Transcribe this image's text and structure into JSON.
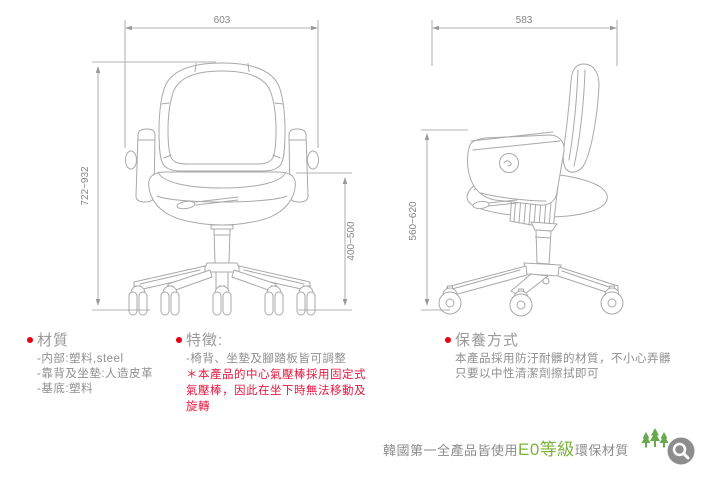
{
  "diagram": {
    "front": {
      "width": "603",
      "height_range": "722~932",
      "seat_height_range": "400~500"
    },
    "side": {
      "width": "583",
      "armrest_height_range": "560~620"
    }
  },
  "sections": {
    "materials": {
      "title": "材質",
      "items": [
        "-内部:塑料,steel",
        "-靠背及坐墊:人造皮革",
        "-基底:塑料"
      ]
    },
    "features": {
      "title": "特徵:",
      "items": [
        "-椅背、坐墊及腳踏板皆可調整"
      ],
      "note_lines": [
        "＊本產品的中心氣壓棒採用固定式",
        "氣壓棒，因此在坐下時無法移動及",
        "旋轉"
      ]
    },
    "care": {
      "title": "保養方式",
      "lines": [
        "本產品採用防汙耐髒的材質，不小心弄髒",
        "只要以中性清潔劑擦拭即可"
      ]
    }
  },
  "footer": {
    "text_before": "韓國第一全產品皆使用",
    "highlight": "E0等級",
    "text_after": "環保材質"
  },
  "icons": {
    "trees": "trees-icon",
    "magnifier": "magnifier-icon"
  },
  "colors": {
    "bullet_red": "#e60012",
    "note_red": "#e5173f",
    "eco_green": "#7ab33c",
    "tree_green": "#68a84e",
    "text_gray": "#8f8f8f",
    "line_gray": "#a9a9a9"
  }
}
